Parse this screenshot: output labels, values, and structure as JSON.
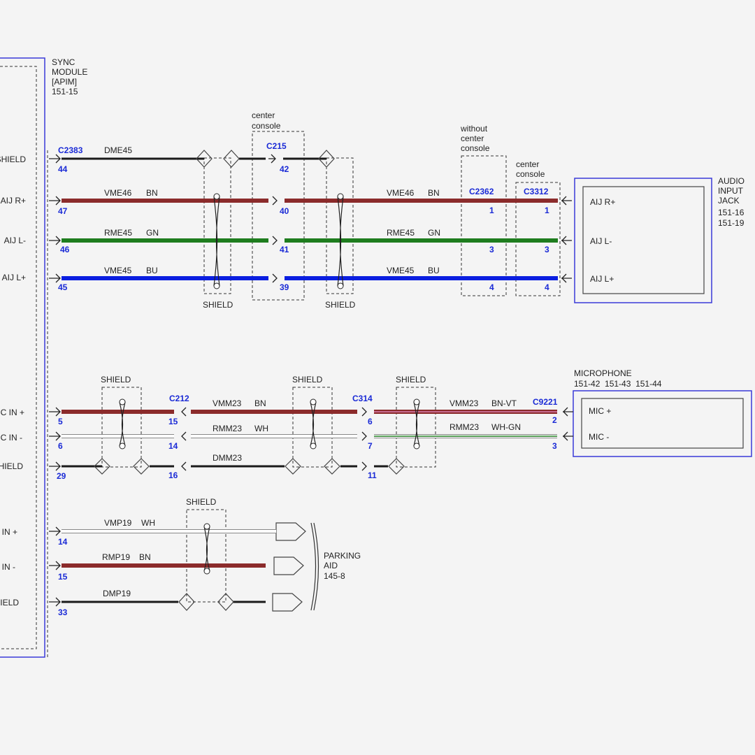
{
  "colors": {
    "BN": "#8b2b2b",
    "GN": "#1e7d1e",
    "BU": "#0a1ee0",
    "BK": "#1a1a1a",
    "WH": "#ffffff",
    "VT": "#c56a8e",
    "connector": "#1a2ad6",
    "module_border": "#3a3ad8"
  },
  "modules": {
    "sync": {
      "name_lines": [
        "SYNC",
        "MODULE",
        "[APIM]",
        "151-15"
      ]
    },
    "audio_jack": {
      "name_lines": [
        "AUDIO",
        "INPUT",
        "JACK",
        "151-16",
        "151-19"
      ],
      "pins": [
        "AIJ R+",
        "AIJ L-",
        "AIJ L+"
      ]
    },
    "microphone": {
      "name_lines": [
        "MICROPHONE",
        "151-42  151-43  151-44"
      ],
      "pins": [
        "MIC +",
        "MIC -"
      ]
    },
    "parking_aid": {
      "name_lines": [
        "PARKING",
        "AID",
        "145-8"
      ]
    }
  },
  "sync_pins": [
    {
      "label": "SHIELD",
      "pin": "44"
    },
    {
      "label": "AIJ R+",
      "pin": "47"
    },
    {
      "label": "AIJ L-",
      "pin": "46"
    },
    {
      "label": "AIJ L+",
      "pin": "45"
    },
    {
      "label": "MIC IN +",
      "pin": "5"
    },
    {
      "label": "MIC IN -",
      "pin": "6"
    },
    {
      "label": "SHIELD",
      "pin": "29"
    },
    {
      "label": "IN +",
      "pin": "14"
    },
    {
      "label": "IN -",
      "pin": "15"
    },
    {
      "label": "SHIELD",
      "pin": "33"
    }
  ],
  "connectors": {
    "c2383": "C2383",
    "c215": "C215",
    "c2362": "C2362",
    "c3312": "C3312",
    "c212": "C212",
    "c314": "C314",
    "c9221": "C9221"
  },
  "notes": {
    "center_console_1": [
      "center",
      "console"
    ],
    "without_center_console": [
      "without",
      "center",
      "console"
    ],
    "center_console_2": [
      "center",
      "console"
    ],
    "shield": "SHIELD"
  },
  "aij_wires": [
    {
      "circuit": "DME45",
      "color_code": "",
      "color": "BK",
      "sync_pin": "44",
      "c215_pin": "42",
      "c2362_pin": "",
      "c3312_pin": ""
    },
    {
      "circuit": "VME46",
      "color_code": "BN",
      "color": "BN",
      "sync_pin": "47",
      "c215_pin": "40",
      "c2362_pin": "1",
      "c3312_pin": "1"
    },
    {
      "circuit": "RME45",
      "color_code": "GN",
      "color": "GN",
      "sync_pin": "46",
      "c215_pin": "41",
      "c2362_pin": "3",
      "c3312_pin": "3"
    },
    {
      "circuit": "VME45",
      "color_code": "BU",
      "color": "BU",
      "sync_pin": "45",
      "c215_pin": "39",
      "c2362_pin": "4",
      "c3312_pin": "4"
    }
  ],
  "mic_wires": [
    {
      "circuit_a": "VMM23",
      "code_a": "BN",
      "circuit_b": "VMM23",
      "code_b": "BN-VT",
      "sync_pin": "5",
      "c212_pin": "15",
      "c314_pin": "6",
      "c9221_pin": "2"
    },
    {
      "circuit_a": "RMM23",
      "code_a": "WH",
      "circuit_b": "RMM23",
      "code_b": "WH-GN",
      "sync_pin": "6",
      "c212_pin": "14",
      "c314_pin": "7",
      "c9221_pin": "3"
    },
    {
      "circuit_a": "DMM23",
      "code_a": "",
      "circuit_b": "",
      "code_b": "",
      "sync_pin": "29",
      "c212_pin": "16",
      "c314_pin": "11",
      "c9221_pin": ""
    }
  ],
  "park_wires": [
    {
      "circuit": "VMP19",
      "color_code": "WH",
      "sync_pin": "14"
    },
    {
      "circuit": "RMP19",
      "color_code": "BN",
      "sync_pin": "15"
    },
    {
      "circuit": "DMP19",
      "color_code": "",
      "sync_pin": "33"
    }
  ]
}
